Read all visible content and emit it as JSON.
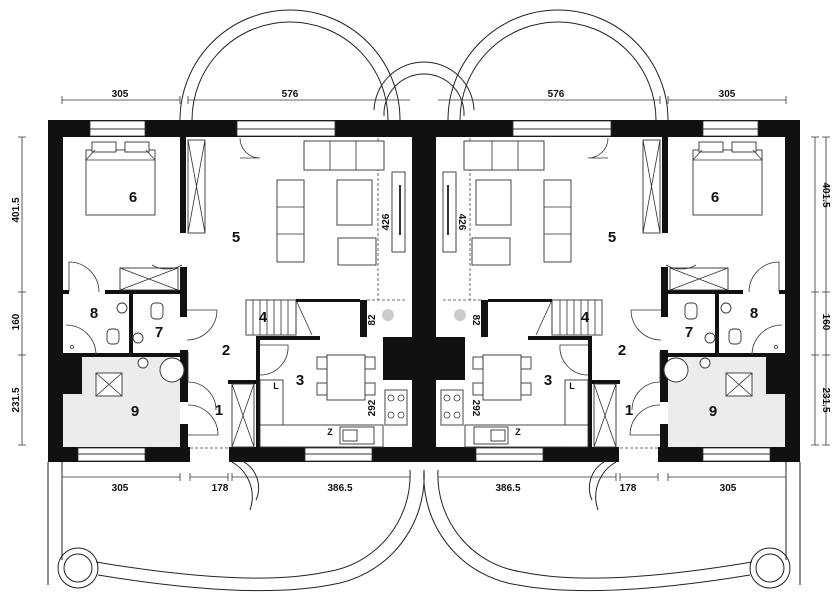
{
  "rooms": {
    "left": {
      "entry": "1",
      "hall": "2",
      "kitchen": "3",
      "stairs": "4",
      "living": "5",
      "bedroom": "6",
      "wc": "7",
      "bathroom": "8",
      "utility": "9"
    },
    "right": {
      "entry": "1",
      "hall": "2",
      "kitchen": "3",
      "stairs": "4",
      "living": "5",
      "bedroom": "6",
      "wc": "7",
      "bathroom": "8",
      "utility": "9"
    }
  },
  "dimensions": {
    "top_left": [
      "305",
      "576"
    ],
    "top_right": [
      "576",
      "305"
    ],
    "bottom_left": [
      "305",
      "178",
      "386.5"
    ],
    "bottom_right": [
      "386.5",
      "178",
      "305"
    ],
    "left_side": [
      "401.5",
      "160",
      "231.5"
    ],
    "right_side": [
      "401.5",
      "160",
      "231.5"
    ],
    "interior_left": {
      "living_depth": "426",
      "stair_gap": "82",
      "kitchen_depth": "292"
    },
    "interior_right": {
      "living_depth": "426",
      "stair_gap": "82",
      "kitchen_depth": "292"
    }
  },
  "kitchen_marks": {
    "fridge": "L",
    "sink": "Z"
  },
  "colors": {
    "wall": "#111111",
    "utility_floor": "#ececec"
  }
}
